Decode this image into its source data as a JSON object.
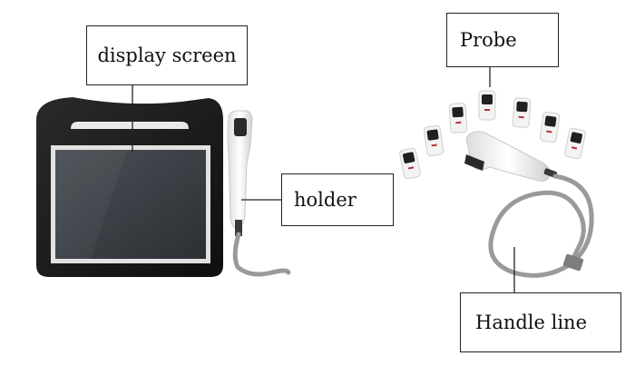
{
  "labels": {
    "display_screen": "display screen",
    "probe": "Probe",
    "holder": "holder",
    "handle_line": "Handle line"
  },
  "colors": {
    "device_body": "#1b1b1b",
    "screen_bezel": "#d9d9d9",
    "screen": "#3a3f44",
    "handpiece": "#eeeeee",
    "cable": "#9a9a9a",
    "probe_accent": "#b8323a",
    "leader_line": "#222222"
  },
  "icons": [
    "device-illustration",
    "handpiece-illustration",
    "probe-cartridge",
    "cable-illustration"
  ]
}
